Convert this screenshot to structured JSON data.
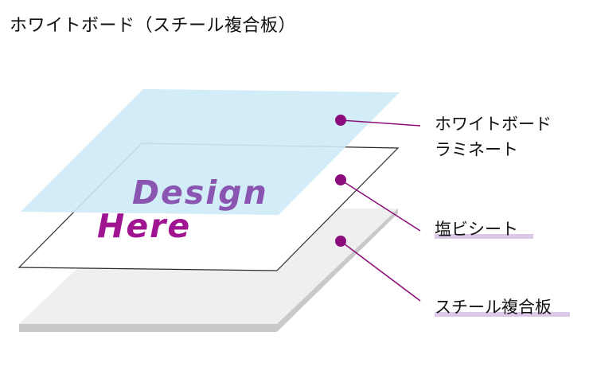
{
  "title": "ホワイトボード（スチール複合板）",
  "artwork": {
    "word1": "Design",
    "word2": "Here"
  },
  "labels": {
    "top_line1": "ホワイトボード",
    "top_line2": "ラミネート",
    "middle": "塩ビシート",
    "bottom": "スチール複合板"
  },
  "colors": {
    "laminate": "#cdeaf7",
    "sheet": "#ffffff",
    "steel": "#efefef",
    "steel_edge": "#c9c9c9",
    "callout": "#8b0d7c",
    "design_text": "#8a55b0",
    "here_text": "#a01492",
    "underline": "#dcc9e8"
  }
}
